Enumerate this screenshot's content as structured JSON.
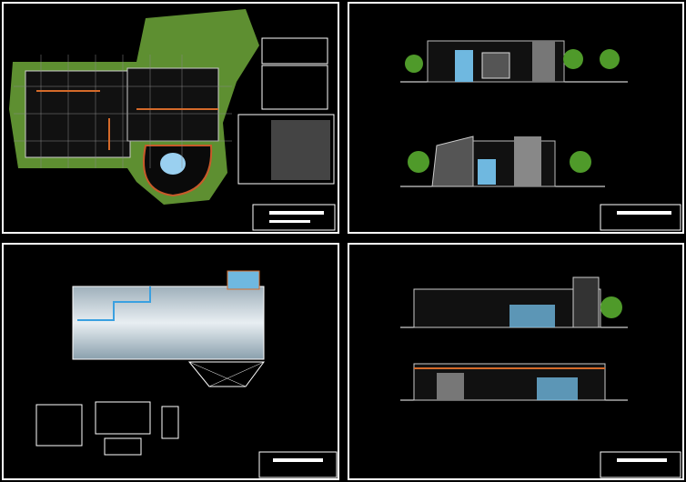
{
  "drawing": {
    "sheets": [
      {
        "id": "floor-plan",
        "kind": "site-and-floor-plan"
      },
      {
        "id": "elevations-1",
        "kind": "elevations"
      },
      {
        "id": "roof-plan",
        "kind": "roof-plan-and-details"
      },
      {
        "id": "elevations-2",
        "kind": "sections"
      }
    ],
    "colors": {
      "background": "#000000",
      "frame": "#ffffff",
      "vegetation": "#7fbf3f",
      "walls": "#d46a2a",
      "glass": "#6fb8e0",
      "trees": "#4f9a2a"
    }
  }
}
